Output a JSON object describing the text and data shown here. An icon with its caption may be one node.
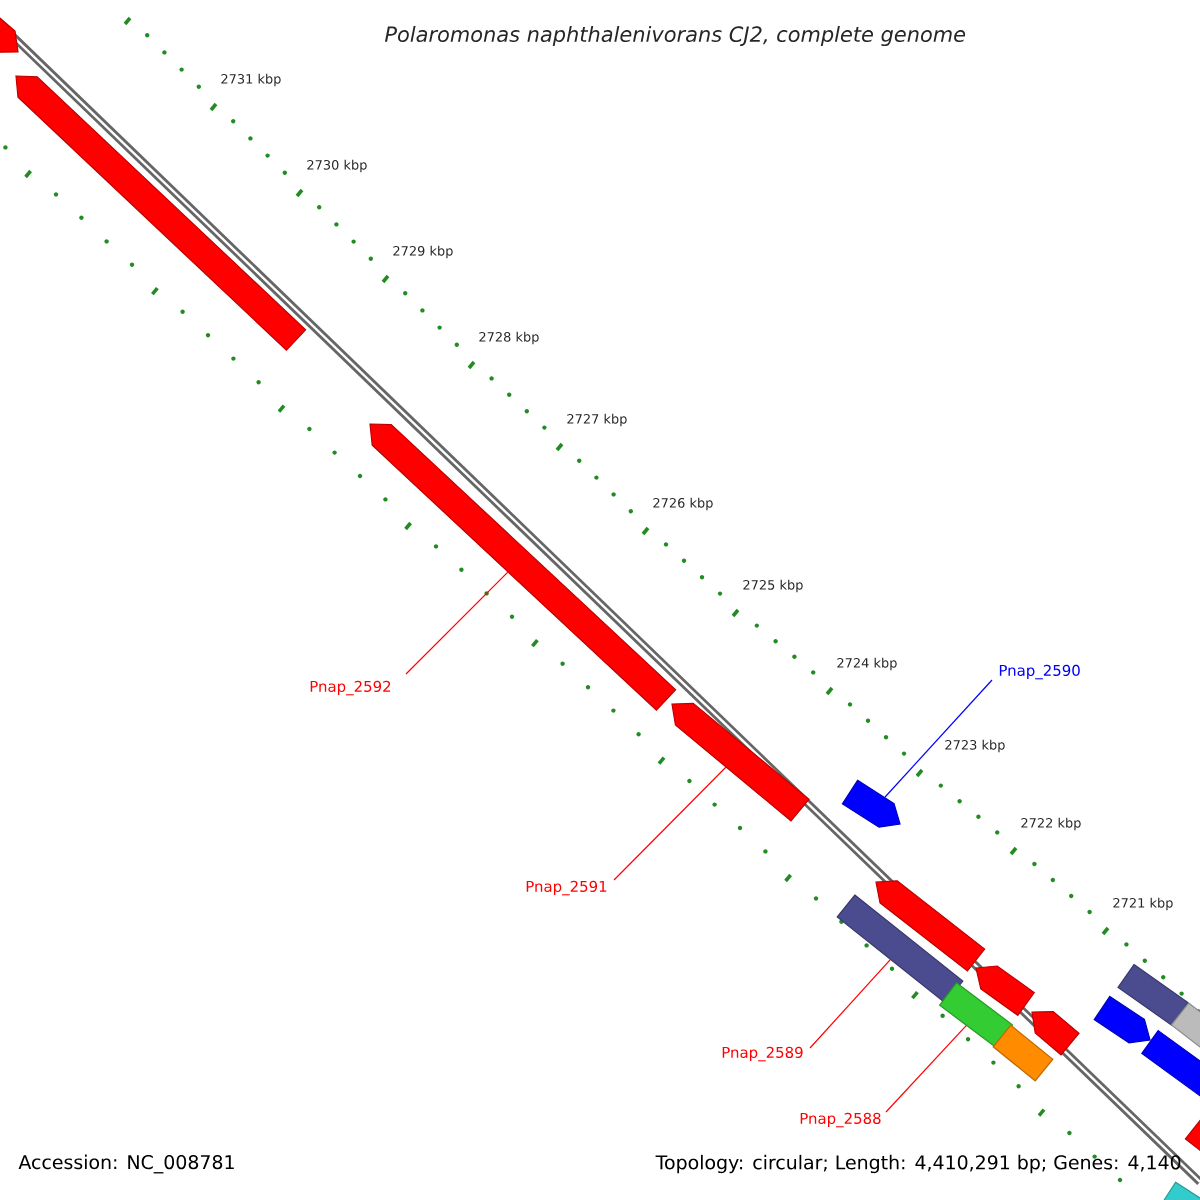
{
  "diagram": {
    "title": "Polaromonas naphthalenivorans CJ2, complete genome",
    "nodes": [
      {
        "text": [
          "Pnap_2592"
        ]
      },
      {
        "text": [
          "Pnap_2591"
        ]
      },
      {
        "text": [
          "Pnap_2590"
        ]
      },
      {
        "text": [
          "Pnap_2589"
        ]
      },
      {
        "text": [
          "Pnap_2588"
        ]
      },
      {
        "text": [],
        "shape": "bar"
      },
      {
        "text": [],
        "shape": "bar"
      },
      {
        "text": [],
        "shape": "bar"
      },
      {
        "text": [],
        "shape": "bar"
      },
      {
        "text": [],
        "shape": "bar"
      },
      {
        "text": [],
        "shape": "bar"
      },
      {
        "text": [],
        "shape": "bar"
      },
      {
        "text": [],
        "shape": "bar"
      },
      {
        "text": [],
        "shape": "bar"
      },
      {
        "text": [],
        "shape": "bar"
      },
      {
        "text": [],
        "shape": "bar"
      },
      {
        "text": [],
        "shape": "bar"
      },
      {
        "text": [],
        "shape": "bar"
      },
      {
        "text": [],
        "shape": "bar"
      },
      {
        "text": [],
        "shape": "bar"
      },
      {
        "text": [],
        "shape": "bar"
      },
      {
        "text": [],
        "shape": "bar"
      }
    ],
    "edges": [
      {
        "from": 0,
        "to": 7,
        "arrow": "none"
      },
      {
        "from": 1,
        "to": 8,
        "arrow": "none"
      },
      {
        "from": 2,
        "to": 10,
        "arrow": "none",
        "color": "#0000ff"
      },
      {
        "from": 3,
        "to": 9,
        "arrow": "none"
      },
      {
        "from": 4,
        "to": 12,
        "arrow": "none"
      }
    ],
    "labels": [
      "2731 kbp",
      "2730 kbp",
      "2729 kbp",
      "2728 kbp",
      "2727 kbp",
      "2726 kbp",
      "2725 kbp",
      "2724 kbp",
      "2723 kbp",
      "2722 kbp",
      "2721 kbp",
      "Accession: NC_008781",
      "Topology: circular; Length: 4,410,291 bp; Genes: 4,140"
    ]
  }
}
